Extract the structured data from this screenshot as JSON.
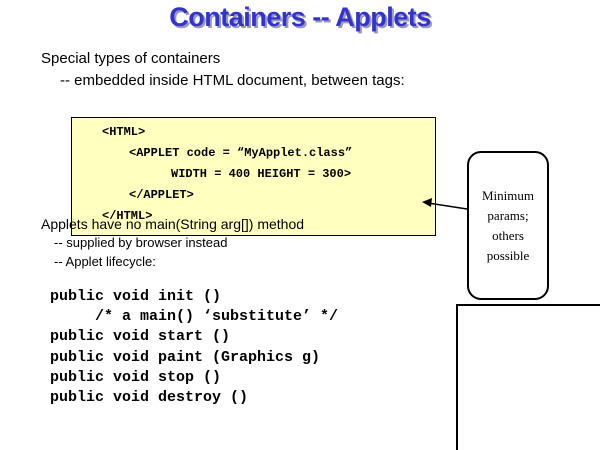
{
  "title": "Containers -- Applets",
  "intro": {
    "line1": "Special types of containers",
    "line2": "-- embedded inside HTML document, between tags:"
  },
  "code_box": [
    "<HTML>",
    "<APPLET code = “MyApplet.class”",
    "WIDTH = 400 HEIGHT = 300>",
    "</APPLET>",
    "</HTML>"
  ],
  "callout": [
    "Minimum",
    "params;",
    "others",
    "possible"
  ],
  "applets": {
    "line1": "Applets have no main(String arg[]) method",
    "line2": "-- supplied by browser instead",
    "line3": "-- Applet lifecycle:"
  },
  "lifecycle": [
    "public void init ()",
    "     /* a main() ‘substitute’ */",
    "public void start ()",
    "public void paint (Graphics g)",
    "public void stop ()",
    "public void destroy ()"
  ]
}
